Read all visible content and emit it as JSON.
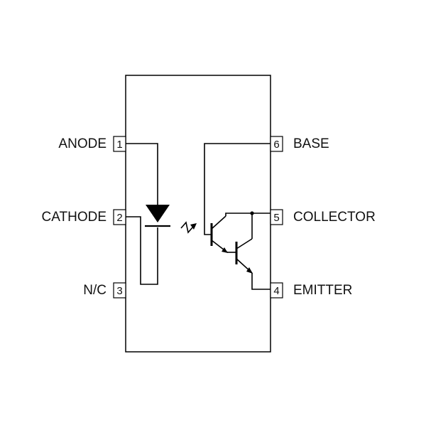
{
  "diagram": {
    "pins": {
      "p1": {
        "number": "1",
        "name": "ANODE"
      },
      "p2": {
        "number": "2",
        "name": "CATHODE"
      },
      "p3": {
        "number": "3",
        "name": "N/C"
      },
      "p4": {
        "number": "4",
        "name": "EMITTER"
      },
      "p5": {
        "number": "5",
        "name": "COLLECTOR"
      },
      "p6": {
        "number": "6",
        "name": "BASE"
      }
    }
  }
}
